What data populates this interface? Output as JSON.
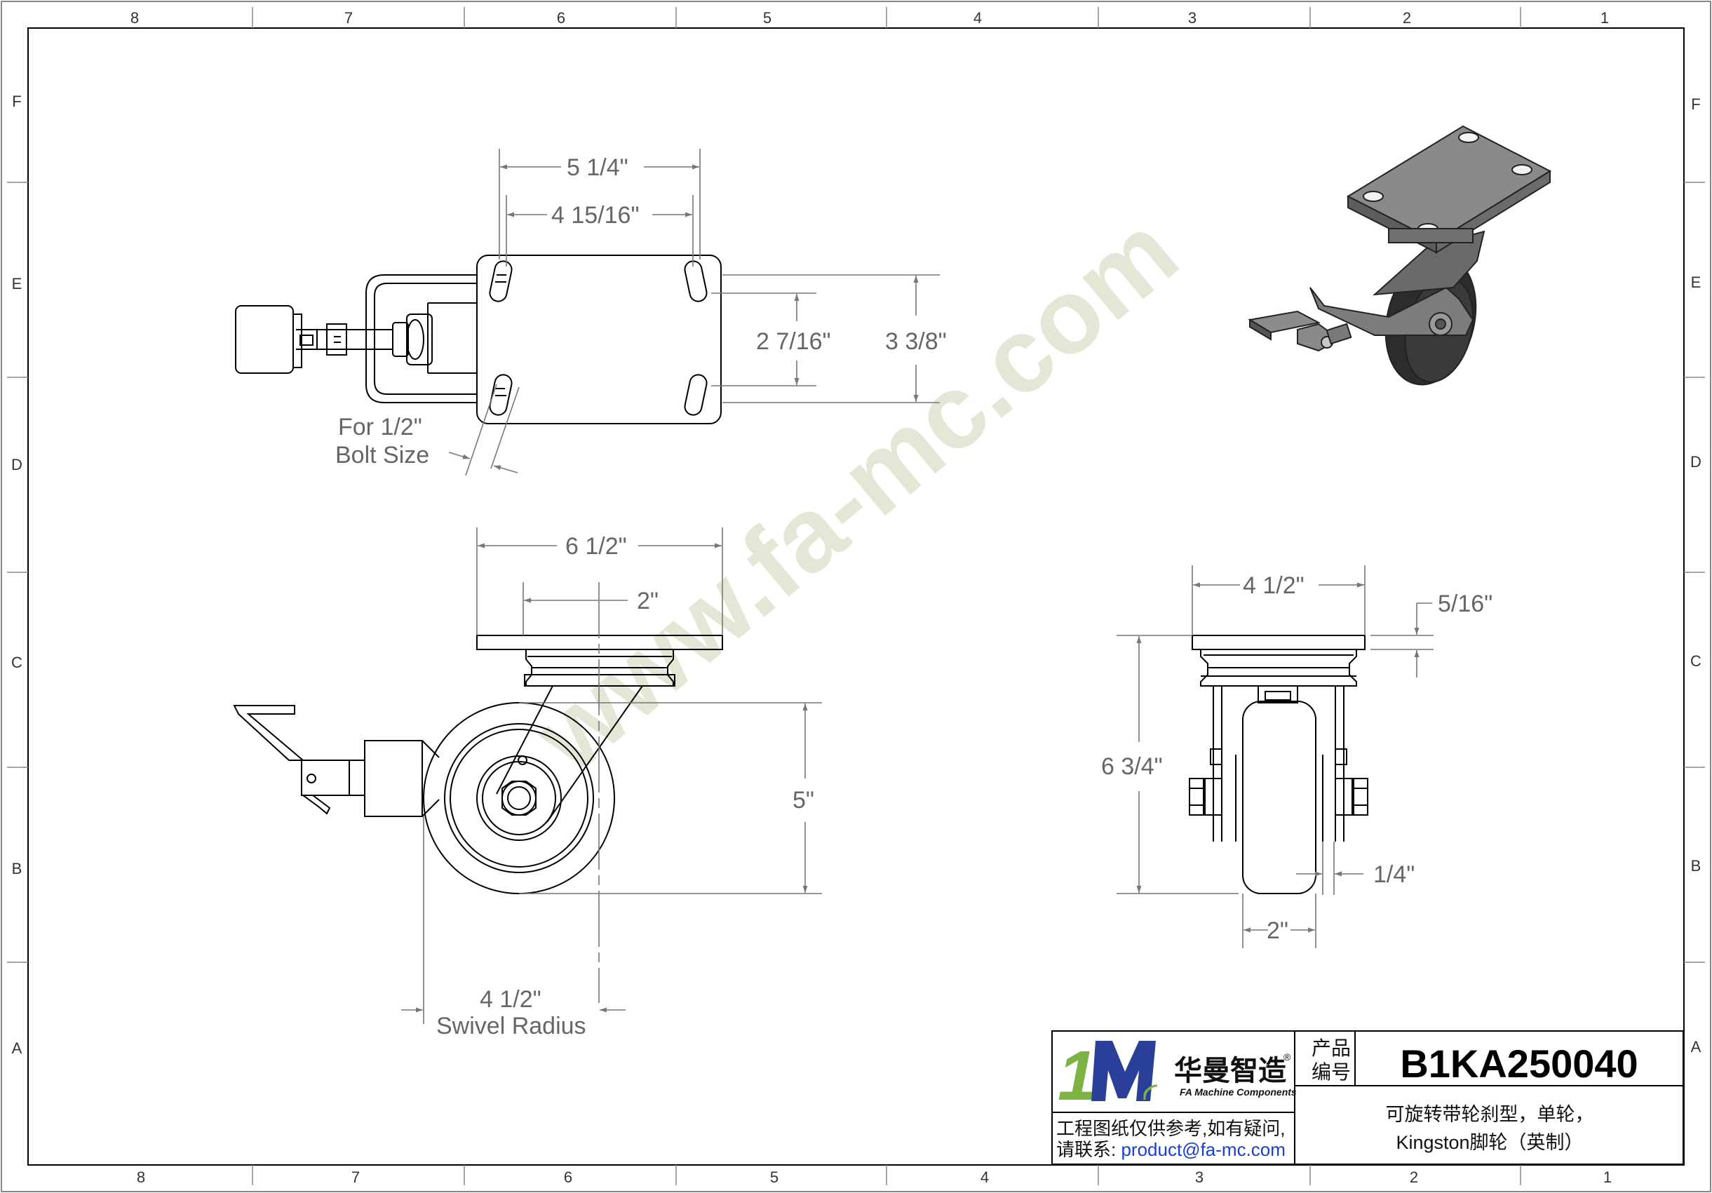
{
  "grid": {
    "columns_top": [
      "8",
      "7",
      "6",
      "5",
      "4",
      "3",
      "2",
      "1"
    ],
    "columns_bottom": [
      "8",
      "7",
      "6",
      "5",
      "4",
      "3",
      "2",
      "1"
    ],
    "rows_left": [
      "F",
      "E",
      "D",
      "C",
      "B",
      "A"
    ],
    "rows_right": [
      "F",
      "E",
      "D",
      "C",
      "B",
      "A"
    ]
  },
  "top_view": {
    "dim_overall_width": "5 1/4\"",
    "dim_bolt_spacing_x": "4 15/16\"",
    "dim_bolt_spacing_y": "2 7/16\"",
    "dim_overall_height": "3 3/8\"",
    "bolt_note_line1": "For 1/2\"",
    "bolt_note_line2": "Bolt Size"
  },
  "side_view": {
    "dim_plate_width": "6 1/2\"",
    "dim_offset": "2\"",
    "dim_wheel_dia": "5\"",
    "swivel_radius_value": "4 1/2\"",
    "swivel_radius_label": "Swivel Radius"
  },
  "front_view": {
    "dim_plate_width": "4 1/2\"",
    "dim_plate_thickness": "5/16\"",
    "dim_overall_height": "6 3/4\"",
    "dim_wheel_width": "2\"",
    "dim_tread_offset": "1/4\""
  },
  "watermark": "www.fa-mc.com",
  "title_block": {
    "logo_mark": "1M",
    "company_cn": "华曼智造",
    "company_en": "FA Machine Components",
    "registered": "®",
    "product_label_line1": "产品",
    "product_label_line2": "编号",
    "product_number": "B1KA250040",
    "description_line1": "可旋转带轮刹型，单轮，",
    "description_line2": "Kingston脚轮（英制）",
    "note_line1": "工程图纸仅供参考,如有疑问,",
    "note_line2_prefix": "请联系: ",
    "contact_email": "product@fa-mc.com"
  },
  "colors": {
    "line": "#000000",
    "dimension": "#777777",
    "watermark": "#e6e6d6",
    "logo_green": "#7cb342",
    "logo_blue": "#2a3f9a",
    "email_blue": "#1a3fd0"
  }
}
